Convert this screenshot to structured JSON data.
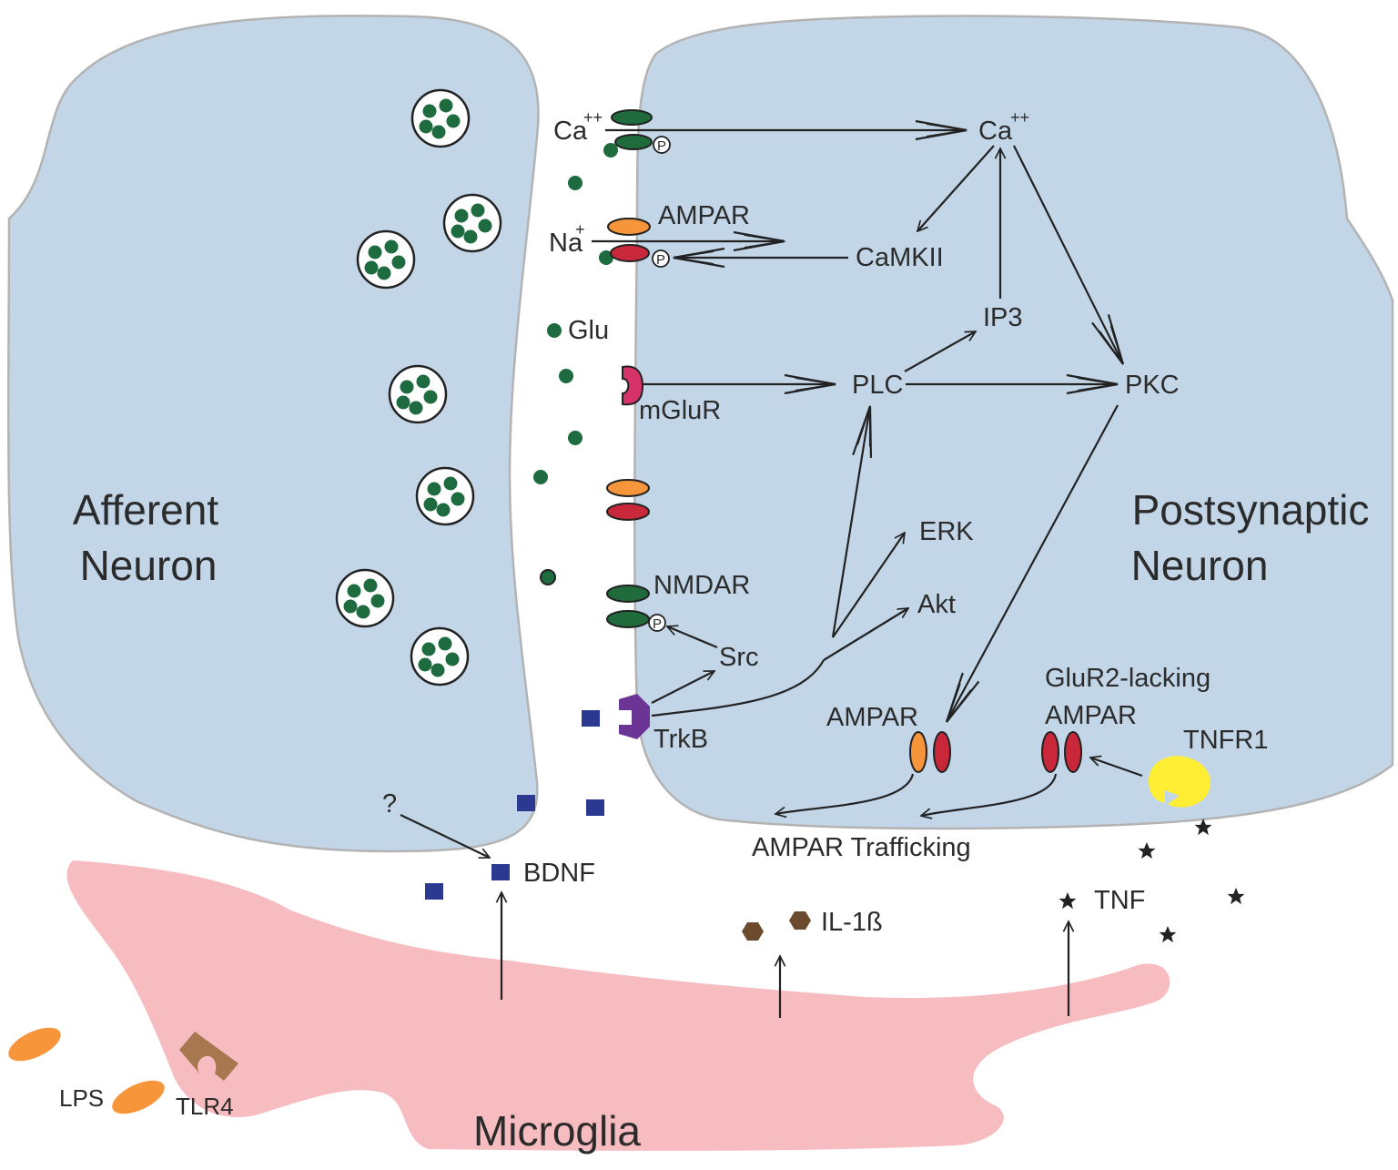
{
  "colors": {
    "neuron_fill": "#c2d6e8",
    "neuron_stroke": "#b3b3b3",
    "microglia_fill": "#f7bcc0",
    "glutamate": "#1d6b3e",
    "ampar_orange": "#f7953a",
    "ampar_red": "#c8283a",
    "nmdar_green": "#1f6b3c",
    "mglur": "#d6336a",
    "trkb": "#6a3594",
    "bdnf": "#2b3990",
    "tnfr1": "#ffee33",
    "il1b": "#6b4a2e",
    "tlr4": "#a7774f",
    "lps": "#f7953a"
  },
  "labels": {
    "afferent": [
      "Afferent",
      "Neuron"
    ],
    "postsynaptic": [
      "Postsynaptic",
      "Neuron"
    ],
    "microglia": "Microglia",
    "ca_pre": "Ca",
    "ca_pre_sup": "++",
    "ca_post": "Ca",
    "ca_post_sup": "++",
    "na": "Na",
    "na_sup": "+",
    "ampar_top": "AMPAR",
    "camkii": "CaMKII",
    "ip3": "IP3",
    "glu": "Glu",
    "mglur": "mGluR",
    "plc": "PLC",
    "pkc": "PKC",
    "erk": "ERK",
    "akt": "Akt",
    "nmdar": "NMDAR",
    "src": "Src",
    "trkb": "TrkB",
    "ampar_mid": "AMPAR",
    "glur2": [
      "GluR2-lacking",
      "AMPAR"
    ],
    "tnfr1": "TNFR1",
    "question": "?",
    "bdnf": "BDNF",
    "ampar_trafficking": "AMPAR Trafficking",
    "il1b": "IL-1ß",
    "tnf": "TNF",
    "lps": "LPS",
    "tlr4": "TLR4",
    "phospho": "P"
  }
}
